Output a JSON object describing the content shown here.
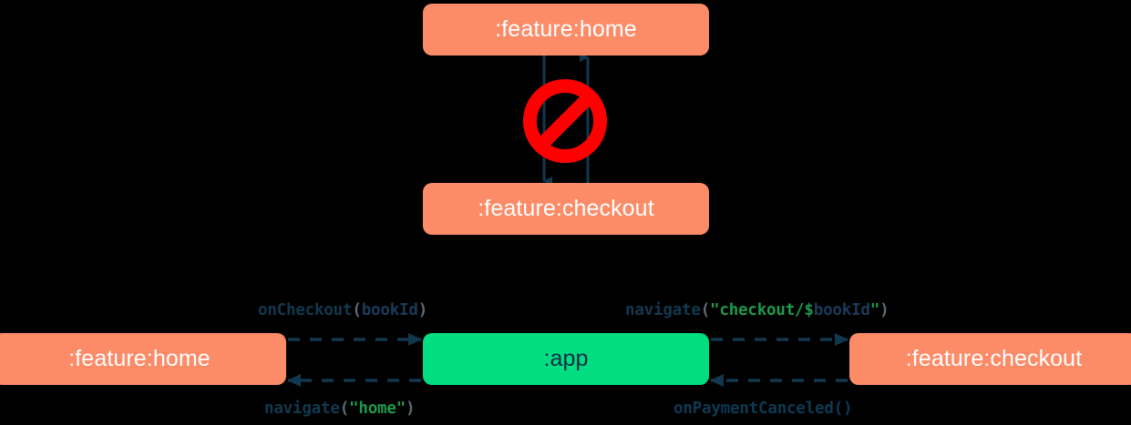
{
  "diagram": {
    "type": "module-dependency-diagram",
    "background": "#000000",
    "colors": {
      "module_orange": "#FC8B68",
      "module_green": "#00DE81",
      "arrow_navy": "#12384F",
      "forbidden_red": "#FF0000",
      "string_green": "#1D9A4E",
      "punct_gray": "#5C6B73",
      "node_text_light": "#FFFFFF",
      "node_text_dark": "#102A43"
    },
    "top_section": {
      "name": "forbidden-direct-dependency",
      "nodes": [
        {
          "id": "top-home",
          "label": ":feature:home",
          "color": "orange"
        },
        {
          "id": "top-checkout",
          "label": ":feature:checkout",
          "color": "orange"
        }
      ],
      "edges": [
        {
          "from": "top-home",
          "to": "top-checkout",
          "style": "solid",
          "direction": "down"
        },
        {
          "from": "top-checkout",
          "to": "top-home",
          "style": "solid",
          "direction": "up"
        }
      ],
      "marker": {
        "name": "no-entry-icon",
        "meaning": "forbidden",
        "color": "#FF0000"
      }
    },
    "bottom_section": {
      "name": "allowed-app-mediated-navigation",
      "nodes": [
        {
          "id": "bot-home",
          "label": ":feature:home",
          "color": "orange"
        },
        {
          "id": "bot-app",
          "label": ":app",
          "color": "green"
        },
        {
          "id": "bot-checkout",
          "label": ":feature:checkout",
          "color": "orange"
        }
      ],
      "edges": [
        {
          "id": "edge-on-checkout",
          "from": "bot-home",
          "to": "bot-app",
          "style": "dashed",
          "direction": "right",
          "position": "above",
          "label_text": "onCheckout(bookId)",
          "label_tokens": [
            {
              "text": "onCheckout",
              "kind": "fn"
            },
            {
              "text": "(",
              "kind": "punct"
            },
            {
              "text": "bookId",
              "kind": "var"
            },
            {
              "text": ")",
              "kind": "punct"
            }
          ]
        },
        {
          "id": "edge-navigate-home",
          "from": "bot-app",
          "to": "bot-home",
          "style": "dashed",
          "direction": "left",
          "position": "below",
          "label_text": "navigate(\"home\")",
          "label_tokens": [
            {
              "text": "navigate",
              "kind": "fn"
            },
            {
              "text": "(",
              "kind": "punct"
            },
            {
              "text": "\"home\"",
              "kind": "str"
            },
            {
              "text": ")",
              "kind": "punct"
            }
          ]
        },
        {
          "id": "edge-navigate-checkout",
          "from": "bot-app",
          "to": "bot-checkout",
          "style": "dashed",
          "direction": "right",
          "position": "above",
          "label_text": "navigate(\"checkout/$bookId\")",
          "label_tokens": [
            {
              "text": "navigate",
              "kind": "fn"
            },
            {
              "text": "(",
              "kind": "punct"
            },
            {
              "text": "\"checkout/",
              "kind": "str"
            },
            {
              "text": "$",
              "kind": "str"
            },
            {
              "text": "bookId",
              "kind": "var"
            },
            {
              "text": "\"",
              "kind": "str"
            },
            {
              "text": ")",
              "kind": "punct"
            }
          ]
        },
        {
          "id": "edge-on-payment-canceled",
          "from": "bot-checkout",
          "to": "bot-app",
          "style": "dashed",
          "direction": "left",
          "position": "below",
          "label_text": "onPaymentCanceled()",
          "label_tokens": [
            {
              "text": "onPaymentCanceled()",
              "kind": "plain"
            }
          ]
        }
      ]
    }
  }
}
